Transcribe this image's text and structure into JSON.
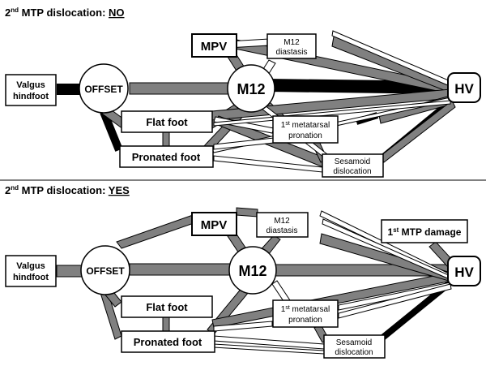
{
  "panels": [
    {
      "title_prefix": "2",
      "title_sup": "nd",
      "title_text": " MTP dislocation: ",
      "title_answer": "NO",
      "nodes": {
        "valgus": [
          "Valgus",
          "hindfoot"
        ],
        "offset": "OFFSET",
        "mpv": "MPV",
        "m12_diastasis": [
          "M12",
          "diastasis"
        ],
        "m12": "M12",
        "hv": "HV",
        "flat_foot": "Flat foot",
        "pronated_foot": "Pronated foot",
        "pronation": {
          "prefix": "1",
          "sup": "st",
          "line1_rest": " metatarsal",
          "line2": "pronation"
        },
        "sesamoid": [
          "Sesamoid",
          "dislocation"
        ]
      }
    },
    {
      "title_prefix": "2",
      "title_sup": "nd",
      "title_text": " MTP dislocation: ",
      "title_answer": "YES",
      "nodes": {
        "valgus": [
          "Valgus",
          "hindfoot"
        ],
        "offset": "OFFSET",
        "mpv": "MPV",
        "m12_diastasis": [
          "M12",
          "diastasis"
        ],
        "m12": "M12",
        "hv": "HV",
        "flat_foot": "Flat foot",
        "pronated_foot": "Pronated foot",
        "pronation": {
          "prefix": "1",
          "sup": "st",
          "line1_rest": " metatarsal",
          "line2": "pronation"
        },
        "sesamoid": [
          "Sesamoid",
          "dislocation"
        ],
        "mtp_damage": {
          "prefix": "1",
          "sup": "st",
          "rest": " MTP damage"
        }
      }
    }
  ],
  "colors": {
    "strong": "#000000",
    "medium": "#808080",
    "weak": "#ffffff",
    "outline": "#000000"
  }
}
